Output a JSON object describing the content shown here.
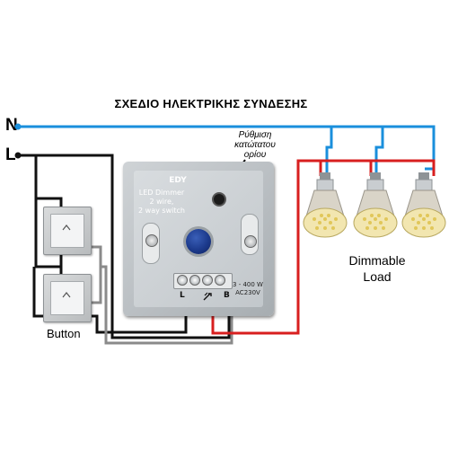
{
  "title": "ΣΧΕΔΙΟ ΗΛΕΚΤΡΙΚΗΣ ΣΥΝΔΕΣΗΣ",
  "rails": {
    "neutral": "N",
    "live": "L"
  },
  "dimmer": {
    "brand": "EDY",
    "description": [
      "LED Dimmer",
      "2 wire,",
      "2 way switch"
    ],
    "rating": [
      "3 - 400 W",
      "AC230V"
    ],
    "terminals": [
      "L",
      "B"
    ]
  },
  "note": [
    "Ρύθμιση",
    "κατώτατου",
    "ορίου"
  ],
  "load_label": [
    "Dimmable",
    "Load"
  ],
  "button_label": "Button",
  "colors": {
    "neutral": "#1a8fdc",
    "live": "#111111",
    "load": "#d81f1f",
    "traveller": "#8a8a8a",
    "plate": "#c4c8cb"
  },
  "icons": {
    "lamps": "led-spot-lamp-icon",
    "switch": "push-button-icon",
    "knob": "dimmer-knob-icon"
  }
}
